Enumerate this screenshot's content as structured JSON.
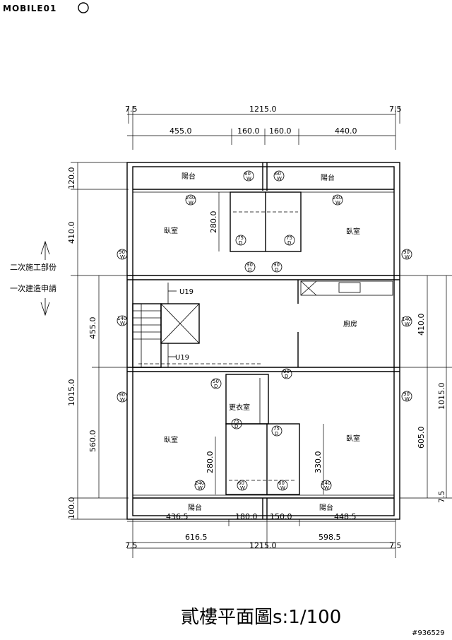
{
  "header": {
    "logo_text": "MOBILE01"
  },
  "title": "貳樓平面圖s:1/100",
  "watermark": "#936529",
  "side_note": {
    "line1": "二次施工部份",
    "line2": "一次建造申請"
  },
  "dimensions": {
    "top_total": "1215.0",
    "top_left_edge": "7.5",
    "top_right_edge": "7.5",
    "top_segments": [
      "455.0",
      "160.0",
      "160.0",
      "440.0"
    ],
    "left_top": "120.0",
    "left_upper": "410.0",
    "left_mid": "455.0",
    "left_total": "1015.0",
    "left_lower": "560.0",
    "left_bottom": "100.0",
    "right_upper": "410.0",
    "right_total": "1015.0",
    "right_lower": "605.0",
    "right_bottom": "7.5",
    "bottom_segments": [
      "436.5",
      "180.0",
      "150.0",
      "448.5"
    ],
    "bottom_mid": [
      "616.5",
      "598.5"
    ],
    "bottom_total": "1215.0",
    "bottom_left_edge": "7.5",
    "bottom_right_edge": "7.5",
    "inner_280_top": "280.0",
    "inner_280_bottom": "280.0",
    "inner_330": "330.0"
  },
  "rooms": {
    "balcony_tl": "陽台",
    "balcony_tr": "陽台",
    "bedroom_tl": "臥室",
    "bedroom_tr": "臥室",
    "kitchen": "廚房",
    "dressing": "更衣室",
    "bedroom_bl": "臥室",
    "bedroom_br": "臥室",
    "balcony_bl": "陽台",
    "balcony_br": "陽台",
    "stair_u19_top": "U19",
    "stair_u19_bottom": "U19"
  },
  "tags": {
    "d60": "60",
    "d75": "75",
    "d90": "90",
    "d140": "140",
    "d240": "240",
    "d50": "50",
    "letter_w": "W",
    "letter_d": "D"
  }
}
